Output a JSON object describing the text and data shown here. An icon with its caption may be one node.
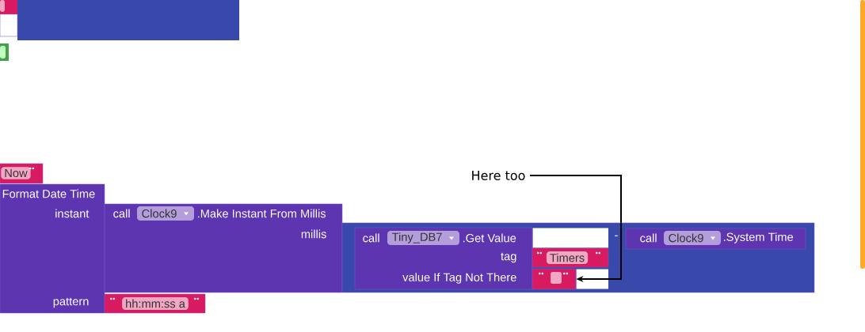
{
  "diagram": {
    "nodes": [
      {
        "text": [
          "Now"
        ]
      },
      {
        "text": [
          "Format Date Time",
          "instant",
          "pattern"
        ]
      },
      {
        "text": [
          "call",
          "Clock9",
          ".Make Instant From Millis",
          "millis"
        ]
      },
      {
        "text": [
          "-"
        ]
      },
      {
        "text": [
          "call",
          "Tiny_DB7",
          ".Get Value",
          "tag",
          "value If Tag Not There"
        ],
        "in": 3
      },
      {
        "text": [
          "Timers"
        ],
        "in": 3
      },
      {
        "text": [],
        "shape": "box",
        "in": 3
      },
      {
        "text": [
          "call",
          "Clock9",
          ".System Time"
        ],
        "in": 3
      },
      {
        "text": [
          "hh:mm:ss a"
        ]
      },
      {
        "text": [
          "Here too"
        ]
      }
    ],
    "edges": [
      {
        "from": 9,
        "to": 6,
        "arrow": "to"
      }
    ]
  }
}
